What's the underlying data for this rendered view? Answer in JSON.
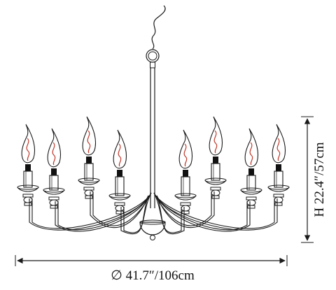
{
  "dimensions": {
    "height_label": "H 22.4″/57cm",
    "width_label": "∅ 41.7″/106cm"
  },
  "colors": {
    "outline": "#1a1a1a",
    "filament": "#c0392b",
    "background": "#ffffff"
  },
  "product": {
    "arm_count": 8
  }
}
